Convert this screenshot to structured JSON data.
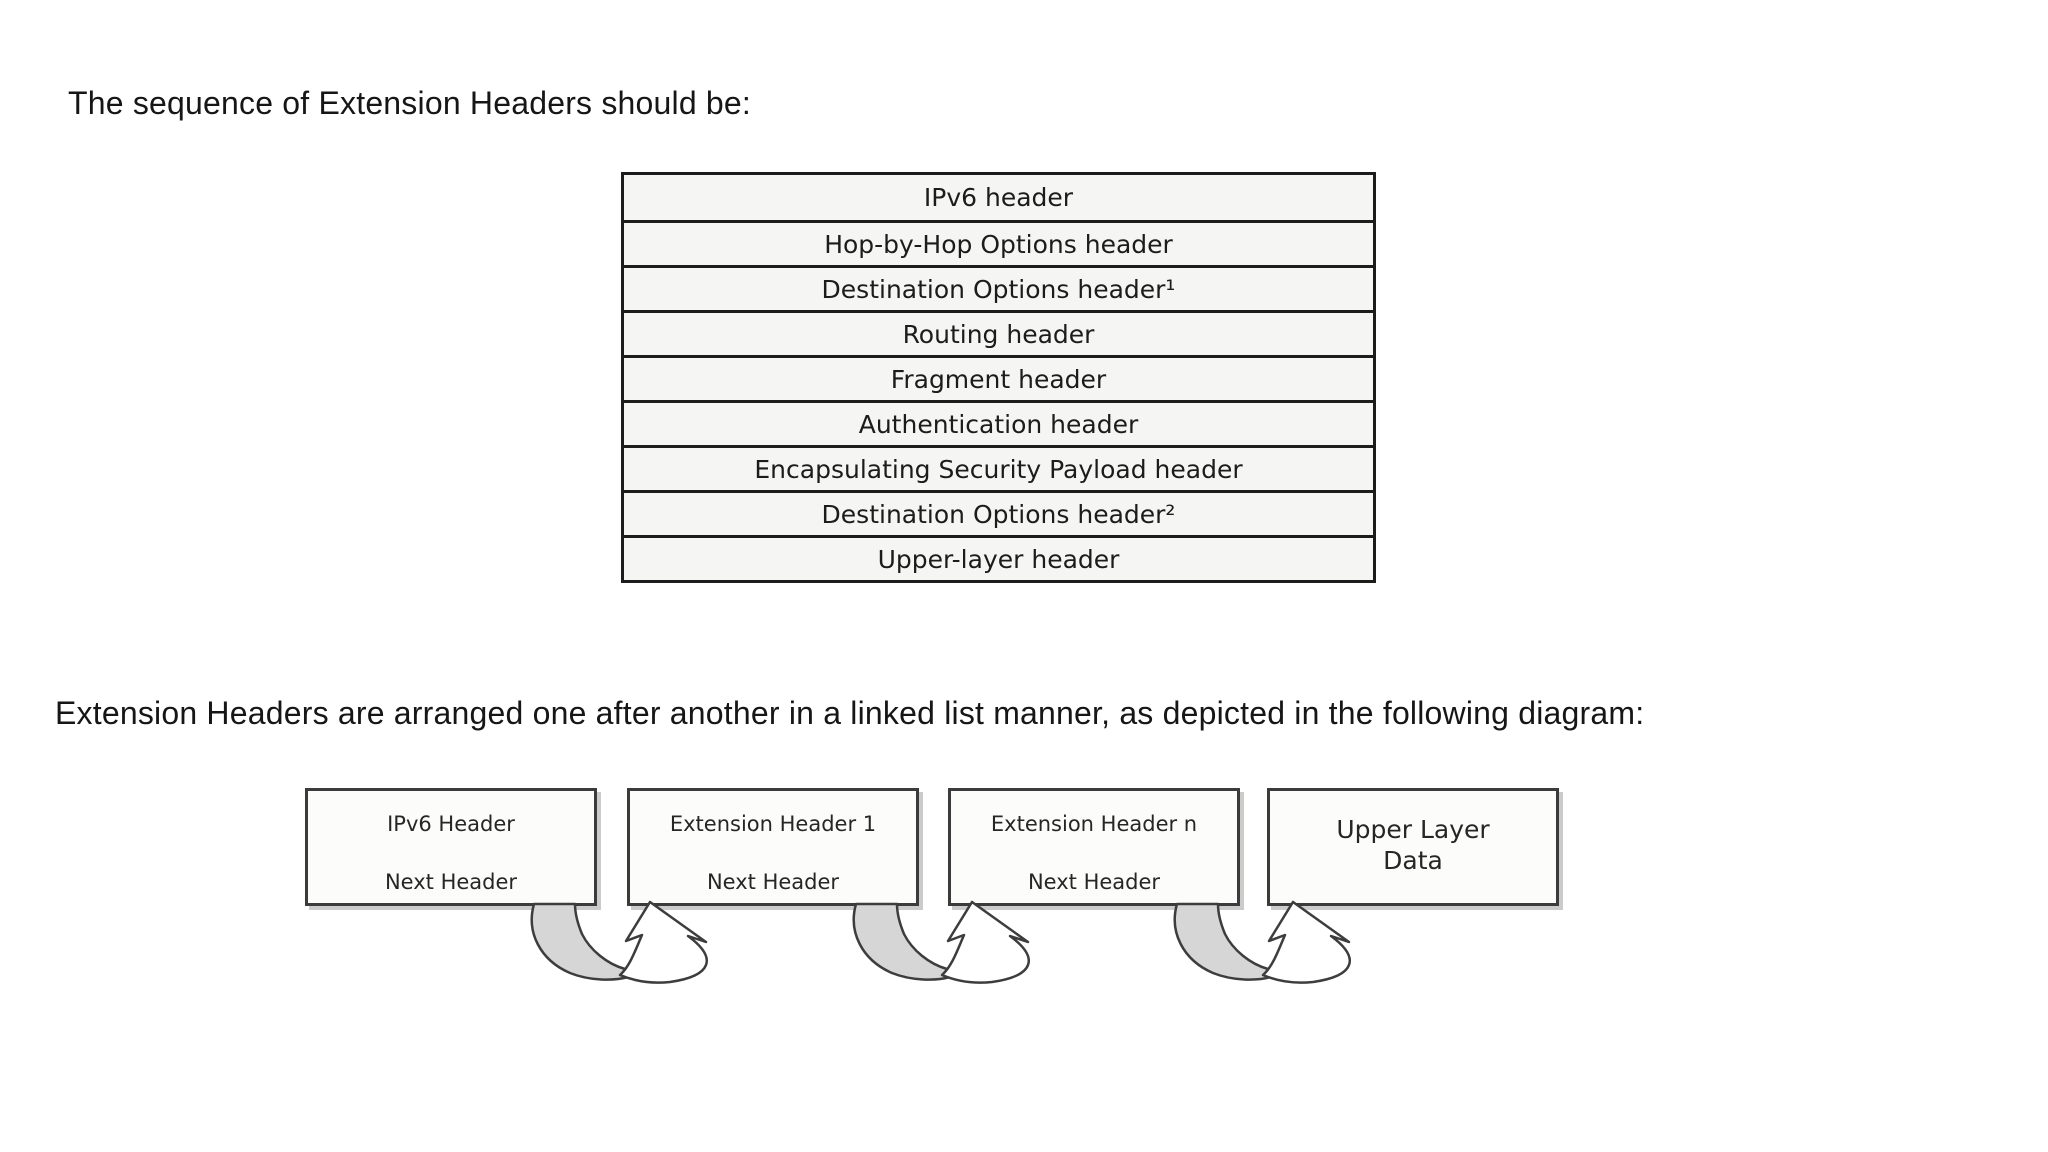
{
  "page": {
    "intro_text": "The sequence of Extension Headers should be:",
    "sequence_table": {
      "rows": [
        "IPv6 header",
        "Hop-by-Hop Options header",
        "Destination Options header¹",
        "Routing header",
        "Fragment header",
        "Authentication header",
        "Encapsulating Security Payload header",
        "Destination Options header²",
        "Upper-layer header"
      ]
    },
    "linked_list_text": "Extension Headers are arranged one after another in a linked list manner, as depicted in the following diagram:",
    "diagram": {
      "boxes": [
        {
          "line1": "IPv6 Header",
          "line2": "Next Header"
        },
        {
          "line1": "Extension Header 1",
          "line2": "Next Header"
        },
        {
          "line1": "Extension Header n",
          "line2": "Next Header"
        },
        {
          "line1": "Upper Layer",
          "line2": "Data"
        }
      ],
      "colors": {
        "box_border": "#3b3b3b",
        "box_fill": "#fcfcfb",
        "box_shadow": "#cbcbcb",
        "table_border": "#1c1c1c",
        "table_row_fill": "#f5f5f3",
        "arrow_fill": "#d6d6d6",
        "arrow_outline": "#3d3d3d",
        "text": "#1c1c1c"
      }
    }
  }
}
